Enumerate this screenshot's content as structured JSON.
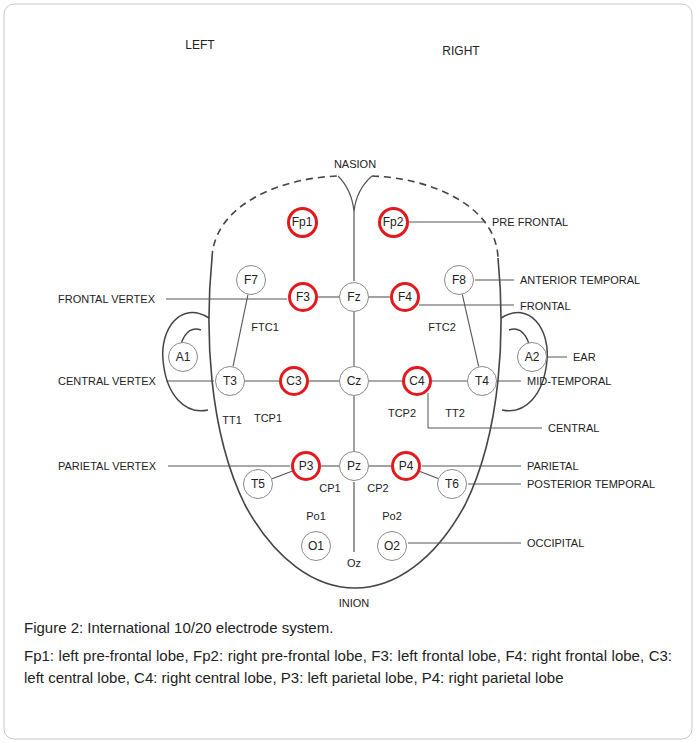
{
  "diagram": {
    "caption": "Figure 2: International 10/20 electrode system.",
    "nodes": [
      {
        "text": [
          "Fp1"
        ]
      },
      {
        "text": [
          "Fp2"
        ]
      },
      {
        "text": [
          "F7"
        ]
      },
      {
        "text": [
          "F3"
        ]
      },
      {
        "text": [
          "Fz"
        ]
      },
      {
        "text": [
          "F4"
        ]
      },
      {
        "text": [
          "F8"
        ]
      },
      {
        "text": [
          "A1"
        ]
      },
      {
        "text": [
          "T3"
        ]
      },
      {
        "text": [
          "C3"
        ]
      },
      {
        "text": [
          "Cz"
        ]
      },
      {
        "text": [
          "C4"
        ]
      },
      {
        "text": [
          "T4"
        ]
      },
      {
        "text": [
          "A2"
        ]
      },
      {
        "text": [
          "T5"
        ]
      },
      {
        "text": [
          "P3"
        ]
      },
      {
        "text": [
          "Pz"
        ]
      },
      {
        "text": [
          "P4"
        ]
      },
      {
        "text": [
          "T6"
        ]
      },
      {
        "text": [
          "O1"
        ]
      },
      {
        "text": [
          "O2"
        ]
      }
    ],
    "edges": [
      {
        "from": 3,
        "to": 4,
        "arrow": "none"
      },
      {
        "from": 4,
        "to": 5,
        "arrow": "none"
      },
      {
        "from": 2,
        "to": 8,
        "arrow": "none"
      },
      {
        "from": 6,
        "to": 12,
        "arrow": "none"
      },
      {
        "from": 8,
        "to": 9,
        "arrow": "none"
      },
      {
        "from": 9,
        "to": 10,
        "arrow": "none"
      },
      {
        "from": 10,
        "to": 11,
        "arrow": "none"
      },
      {
        "from": 11,
        "to": 12,
        "arrow": "none"
      },
      {
        "from": 14,
        "to": 15,
        "arrow": "none"
      },
      {
        "from": 15,
        "to": 16,
        "arrow": "none"
      },
      {
        "from": 16,
        "to": 17,
        "arrow": "none"
      },
      {
        "from": 17,
        "to": 18,
        "arrow": "none"
      },
      {
        "from": 4,
        "to": 10,
        "arrow": "none"
      },
      {
        "from": 10,
        "to": 16,
        "arrow": "none"
      }
    ],
    "labels": [
      "LEFT",
      "RIGHT",
      "NASION",
      "FRONTAL VERTEX",
      "FTC1",
      "FTC2",
      "CENTRAL VERTEX",
      "TT1",
      "TCP1",
      "TCP2",
      "TT2",
      "PARIETAL VERTEX",
      "CP1",
      "CP2",
      "Po1",
      "Po2",
      "Oz",
      "INION",
      "PRE FRONTAL",
      "ANTERIOR TEMPORAL",
      "FRONTAL",
      "EAR",
      "MID-TEMPORAL",
      "CENTRAL",
      "PARIETAL",
      "POSTERIOR TEMPORAL",
      "OCCIPITAL",
      "Fp1: left pre-frontal lobe, Fp2: right pre-frontal lobe, F3: left frontal lobe, F4: right frontal lobe, C3: left central lobe, C4: right central lobe, P3: left parietal lobe, P4: right parietal lobe"
    ]
  }
}
